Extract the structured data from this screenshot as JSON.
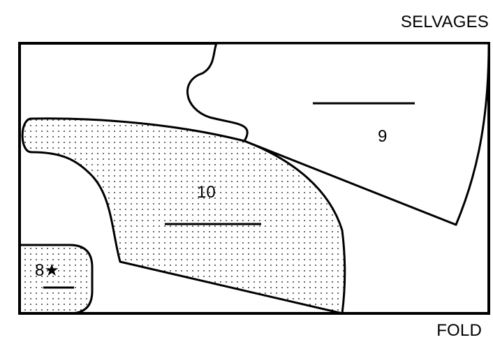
{
  "labels": {
    "selvages": "SELVAGES",
    "fold": "FOLD"
  },
  "pieces": {
    "piece_9": {
      "number": "9"
    },
    "piece_10": {
      "number": "10"
    },
    "piece_8": {
      "number": "8★"
    }
  },
  "colors": {
    "outline": "#000000",
    "background": "#ffffff",
    "interfacing_dots": "#000000"
  }
}
